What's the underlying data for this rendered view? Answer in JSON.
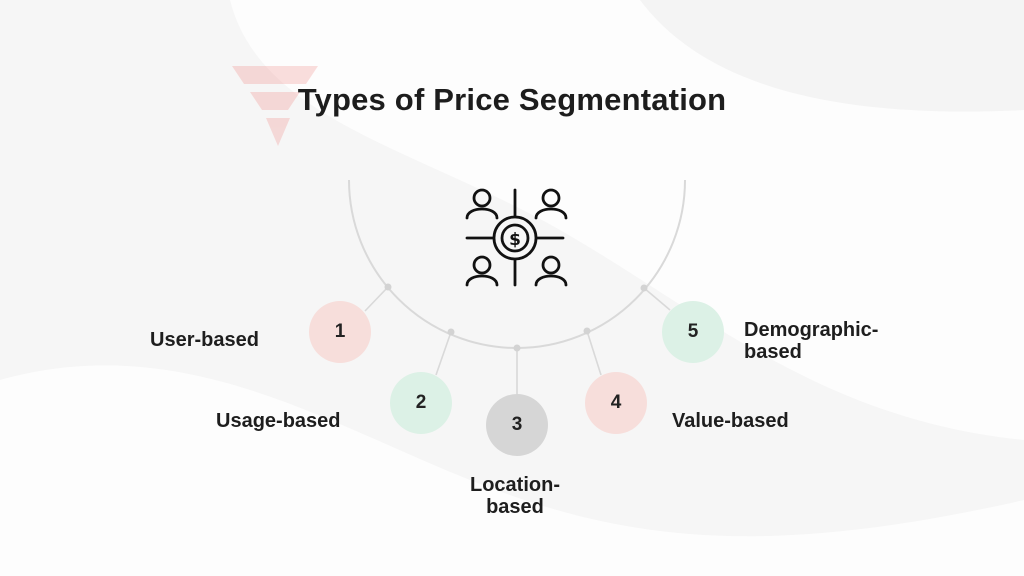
{
  "title": "Types of Price Segmentation",
  "colors": {
    "pink": "#f7dedb",
    "green": "#dcf1e6",
    "gray": "#d6d6d6",
    "arc": "#d9d9d9",
    "logo": "#ef6f6a"
  },
  "center_icon": "people-dollar-segmentation-icon",
  "segments": [
    {
      "number": "1",
      "label": "User-based",
      "color": "pink"
    },
    {
      "number": "2",
      "label": "Usage-based",
      "color": "green"
    },
    {
      "number": "3",
      "label": "Location-based",
      "label_lines": [
        "Location-",
        "based"
      ],
      "color": "gray"
    },
    {
      "number": "4",
      "label": "Value-based",
      "color": "pink"
    },
    {
      "number": "5",
      "label": "Demographic-based",
      "label_lines": [
        "Demographic-",
        "based"
      ],
      "color": "green"
    }
  ]
}
